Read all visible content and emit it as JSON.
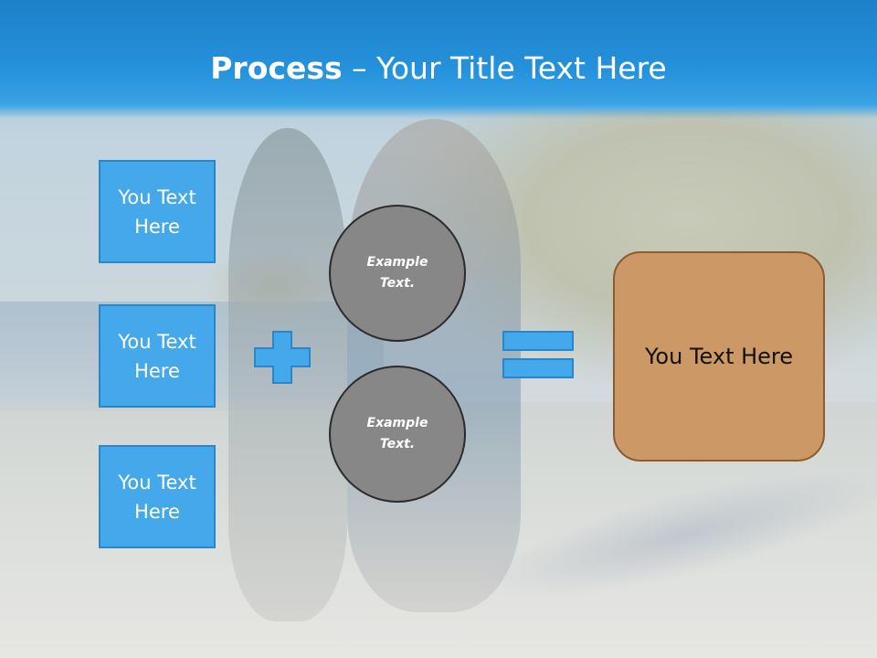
{
  "slide": {
    "title_bold": "Process",
    "title_rest": " – Your Title Text Here",
    "left_boxes": [
      {
        "line1": "You Text",
        "line2": "Here"
      },
      {
        "line1": "You Text",
        "line2": "Here"
      },
      {
        "line1": "You Text",
        "line2": "Here"
      }
    ],
    "circles": [
      {
        "line1": "Example",
        "line2": "Text."
      },
      {
        "line1": "Example",
        "line2": "Text."
      }
    ],
    "result_text": "You Text Here"
  },
  "colors": {
    "header": "#2592dc",
    "side_box_fill": "#45a8ea",
    "side_box_border": "#2a86c9",
    "circle_fill": "#878787",
    "result_fill": "#cc9866",
    "result_border": "#8c5b2e"
  },
  "icons": {
    "operator_1": "plus-icon",
    "operator_2": "equals-icon"
  }
}
